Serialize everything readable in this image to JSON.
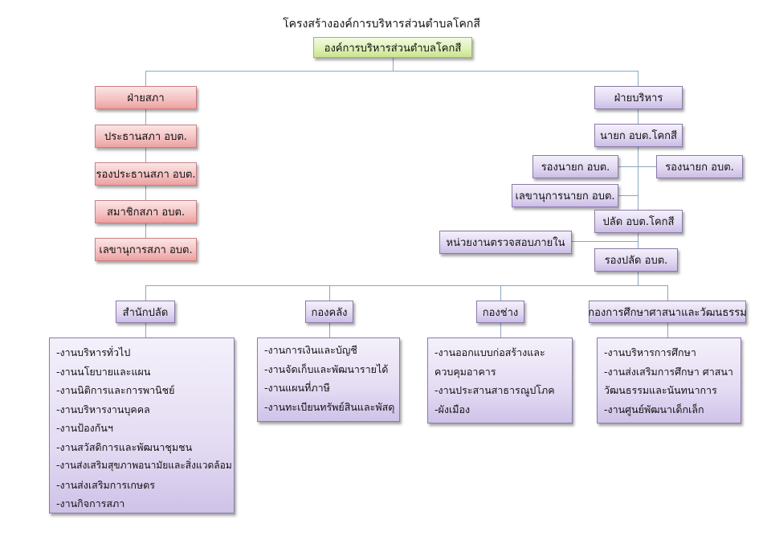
{
  "title": "โครงสร้างองค์การบริหารส่วนตำบลโคกสี",
  "root": "องค์การบริหารส่วนตำบลโคกสี",
  "council": {
    "head": "ฝ่ายสภา",
    "items": [
      "ประธานสภา อบต.",
      "รองประธานสภา อบต.",
      "สมาชิกสภา อบต.",
      "เลขานุการสภา อบต."
    ]
  },
  "executive": {
    "head": "ฝ่ายบริหาร",
    "mayor": "นายก อบต.โคกสี",
    "deputy_left": "รองนายก อบต.",
    "deputy_right": "รองนายก อบต.",
    "secretary": "เลขานุการนายก อบต.",
    "clerk": "ปลัด อบต.โคกสี",
    "audit": "หน่วยงานตรวจสอบภายใน",
    "deputy_clerk": "รองปลัด อบต."
  },
  "departments": [
    {
      "name": "สำนักปลัด",
      "tasks": [
        "-งานบริหารทั่วไป",
        "-งานนโยบายและแผน",
        "-งานนิติการและการพานิชย์",
        "-งานบริหารงานบุคคล",
        "-งานป้องกันฯ",
        "-งานสวัสดิการและพัฒนาชุมชน",
        "-งานส่งเสริมสุขภาพอนามัยและสิ่งแวดล้อม",
        "-งานส่งเสริมการเกษตร",
        "-งานกิจการสภา"
      ]
    },
    {
      "name": "กองคลัง",
      "tasks": [
        "-งานการเงินและบัญชี",
        "-งานจัดเก็บและพัฒนารายได้",
        "-งานแผนที่ภาษี",
        "-งานทะเบียนทรัพย์สินและพัสดุ"
      ]
    },
    {
      "name": "กองช่าง",
      "tasks": [
        "-งานออกแบบก่อสร้างและ",
        "ควบคุมอาคาร",
        "-งานประสานสาธารณูปโภค",
        "-ผังเมือง"
      ]
    },
    {
      "name": "กองการศึกษาศาสนาและวัฒนธรรม",
      "tasks": [
        "-งานบริหารการศึกษา",
        "-งานส่งเสริมการศึกษา ศาสนา",
        "วัฒนธรรมและนันทนาการ",
        "-งานศูนย์พัฒนาเด็กเล็ก"
      ]
    }
  ],
  "colors": {
    "root": "#e0f1b8",
    "council": "#f5c3c3",
    "executive": "#e2d9f2",
    "connector": "#8aa7bf"
  }
}
